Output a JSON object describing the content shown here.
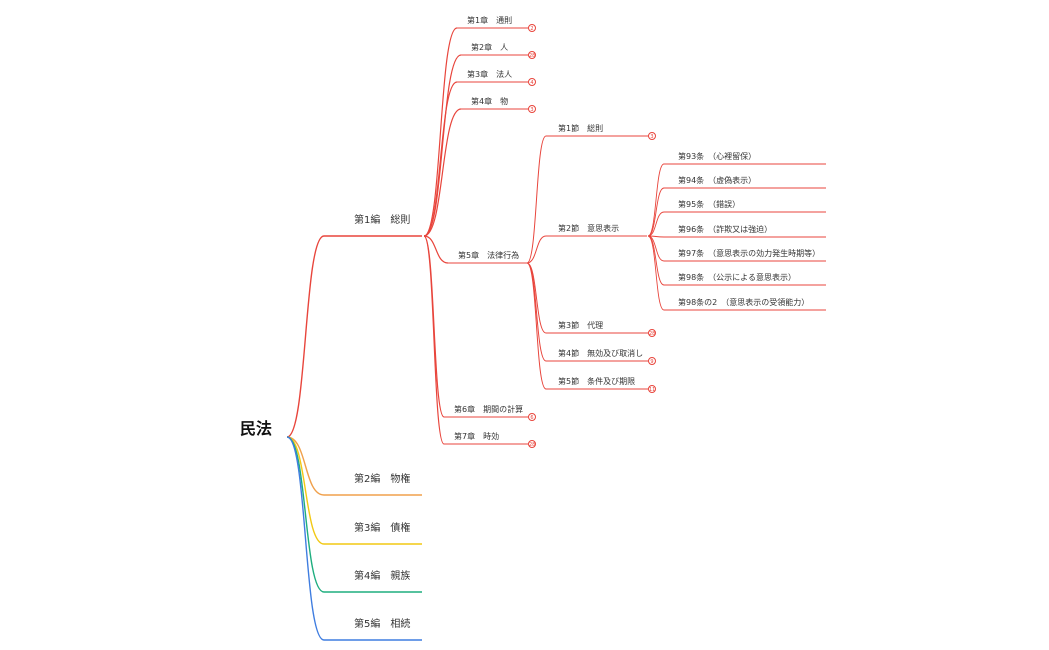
{
  "root": {
    "label": "民法"
  },
  "branches": [
    {
      "key": "b1",
      "label": "第1編　総則",
      "color": "#e8453c",
      "children": [
        {
          "key": "c1",
          "label": "第1章　通則",
          "count": "2"
        },
        {
          "key": "c2",
          "label": "第2章　人",
          "count": "28"
        },
        {
          "key": "c3",
          "label": "第3章　法人",
          "count": "4"
        },
        {
          "key": "c4",
          "label": "第4章　物",
          "count": "3"
        },
        {
          "key": "c5",
          "label": "第5章　法律行為",
          "children": [
            {
              "key": "s1",
              "label": "第1節　総則",
              "count": "3"
            },
            {
              "key": "s2",
              "label": "第2節　意思表示",
              "children": [
                {
                  "key": "a93",
                  "label": "第93条　（心裡留保）"
                },
                {
                  "key": "a94",
                  "label": "第94条　（虚偽表示）"
                },
                {
                  "key": "a95",
                  "label": "第95条　（錯誤）"
                },
                {
                  "key": "a96",
                  "label": "第96条　（詐欺又は強迫）"
                },
                {
                  "key": "a97",
                  "label": "第97条　（意思表示の効力発生時期等）"
                },
                {
                  "key": "a98",
                  "label": "第98条　（公示による意思表示）"
                },
                {
                  "key": "a982",
                  "label": "第98条の2　（意思表示の受領能力）"
                }
              ]
            },
            {
              "key": "s3",
              "label": "第3節　代理",
              "count": "28"
            },
            {
              "key": "s4",
              "label": "第4節　無効及び取消し",
              "count": "9"
            },
            {
              "key": "s5",
              "label": "第5節　条件及び期限",
              "count": "11"
            }
          ]
        },
        {
          "key": "c6",
          "label": "第6章　期間の計算",
          "count": "6"
        },
        {
          "key": "c7",
          "label": "第7章　時効",
          "count": "28"
        }
      ]
    },
    {
      "key": "b2",
      "label": "第2編　物権",
      "color": "#f0a04b"
    },
    {
      "key": "b3",
      "label": "第3編　債権",
      "color": "#f2c814"
    },
    {
      "key": "b4",
      "label": "第4編　親族",
      "color": "#1fae7f"
    },
    {
      "key": "b5",
      "label": "第5編　相続",
      "color": "#3f7de0"
    }
  ]
}
